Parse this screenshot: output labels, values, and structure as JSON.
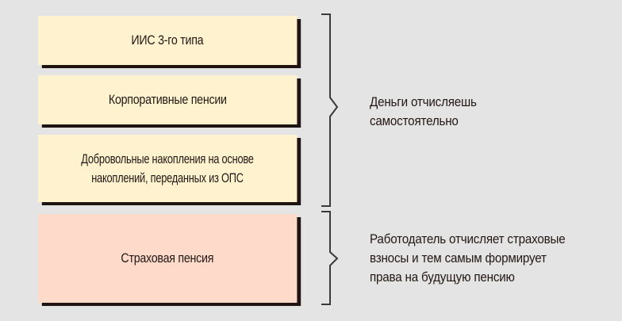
{
  "diagram": {
    "type": "pension-structure",
    "boxes": [
      {
        "label": "ИИС 3-го типа",
        "group": "self",
        "color": "#fff3cf"
      },
      {
        "label": "Корпоративные пенсии",
        "group": "self",
        "color": "#fff3cf"
      },
      {
        "label_line1": "Добровольные накопления на основе",
        "label_line2": "накоплений, переданных из ОПС",
        "group": "self",
        "color": "#fff3cf"
      },
      {
        "label": "Страховая пенсия",
        "group": "employer",
        "color": "#fddaca"
      }
    ],
    "groups": [
      {
        "id": "self",
        "note_line1": "Деньги отчисляешь",
        "note_line2": "самостоятельно"
      },
      {
        "id": "employer",
        "note_line1": "Работодатель отчисляет страховые",
        "note_line2": "взносы и тем самым формирует",
        "note_line3": "права на будущую пенсию"
      }
    ],
    "colors": {
      "background": "#e4e4e4",
      "shadow": "#1f1412",
      "bracket": "#3a3a3a",
      "text": "#231815"
    }
  }
}
